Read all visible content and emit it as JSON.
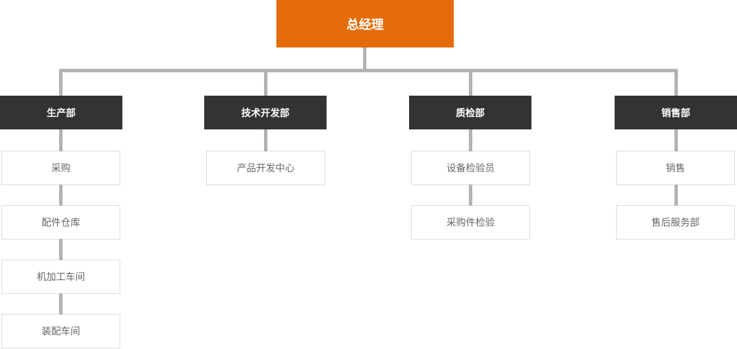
{
  "org": {
    "root": {
      "label": "总经理"
    },
    "departments": [
      {
        "label": "生产部",
        "children": [
          "采购",
          "配件仓库",
          "机加工车间",
          "装配车间"
        ]
      },
      {
        "label": "技术开发部",
        "children": [
          "产品开发中心"
        ]
      },
      {
        "label": "质检部",
        "children": [
          "设备检验员",
          "采购件检验"
        ]
      },
      {
        "label": "销售部",
        "children": [
          "销售",
          "售后服务部"
        ]
      }
    ]
  },
  "colors": {
    "root_bg": "#e46c0a",
    "dept_bg": "#333333",
    "connector": "#b3b3b3",
    "child_border": "#dddddd",
    "child_text": "#666666",
    "node_text": "#ffffff",
    "background": "#ffffff"
  }
}
